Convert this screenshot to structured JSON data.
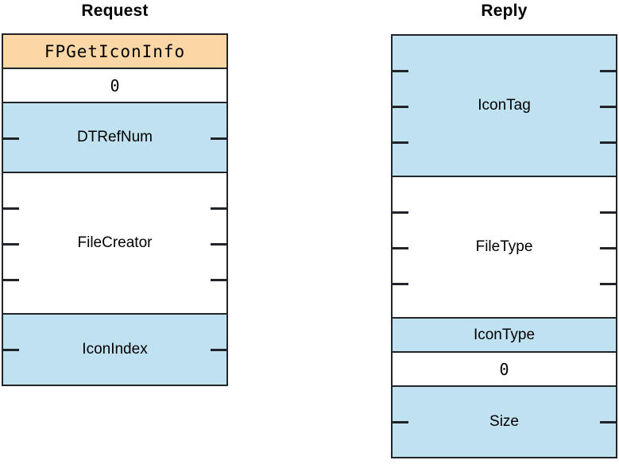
{
  "colors": {
    "orange": "#fad7a5",
    "blue": "#bfe1f0",
    "white": "#ffffff",
    "border": "#212529",
    "text": "#000000"
  },
  "diagrams": [
    {
      "title": "Request",
      "rows": [
        {
          "label": "FPGetIconInfo",
          "bytes": 1,
          "fill": "orange",
          "font": "mono"
        },
        {
          "label": "0",
          "bytes": 1,
          "fill": "white",
          "font": "mono-pad"
        },
        {
          "label": "DTRefNum",
          "bytes": 2,
          "fill": "blue",
          "font": "sans"
        },
        {
          "label": "FileCreator",
          "bytes": 4,
          "fill": "white",
          "font": "sans"
        },
        {
          "label": "IconIndex",
          "bytes": 2,
          "fill": "blue",
          "font": "sans"
        }
      ]
    },
    {
      "title": "Reply",
      "rows": [
        {
          "label": "IconTag",
          "bytes": 4,
          "fill": "blue",
          "font": "sans"
        },
        {
          "label": "FileType",
          "bytes": 4,
          "fill": "white",
          "font": "sans"
        },
        {
          "label": "IconType",
          "bytes": 1,
          "fill": "blue",
          "font": "sans"
        },
        {
          "label": "0",
          "bytes": 1,
          "fill": "white",
          "font": "mono-pad"
        },
        {
          "label": "Size",
          "bytes": 2,
          "fill": "blue",
          "font": "sans"
        }
      ]
    }
  ]
}
